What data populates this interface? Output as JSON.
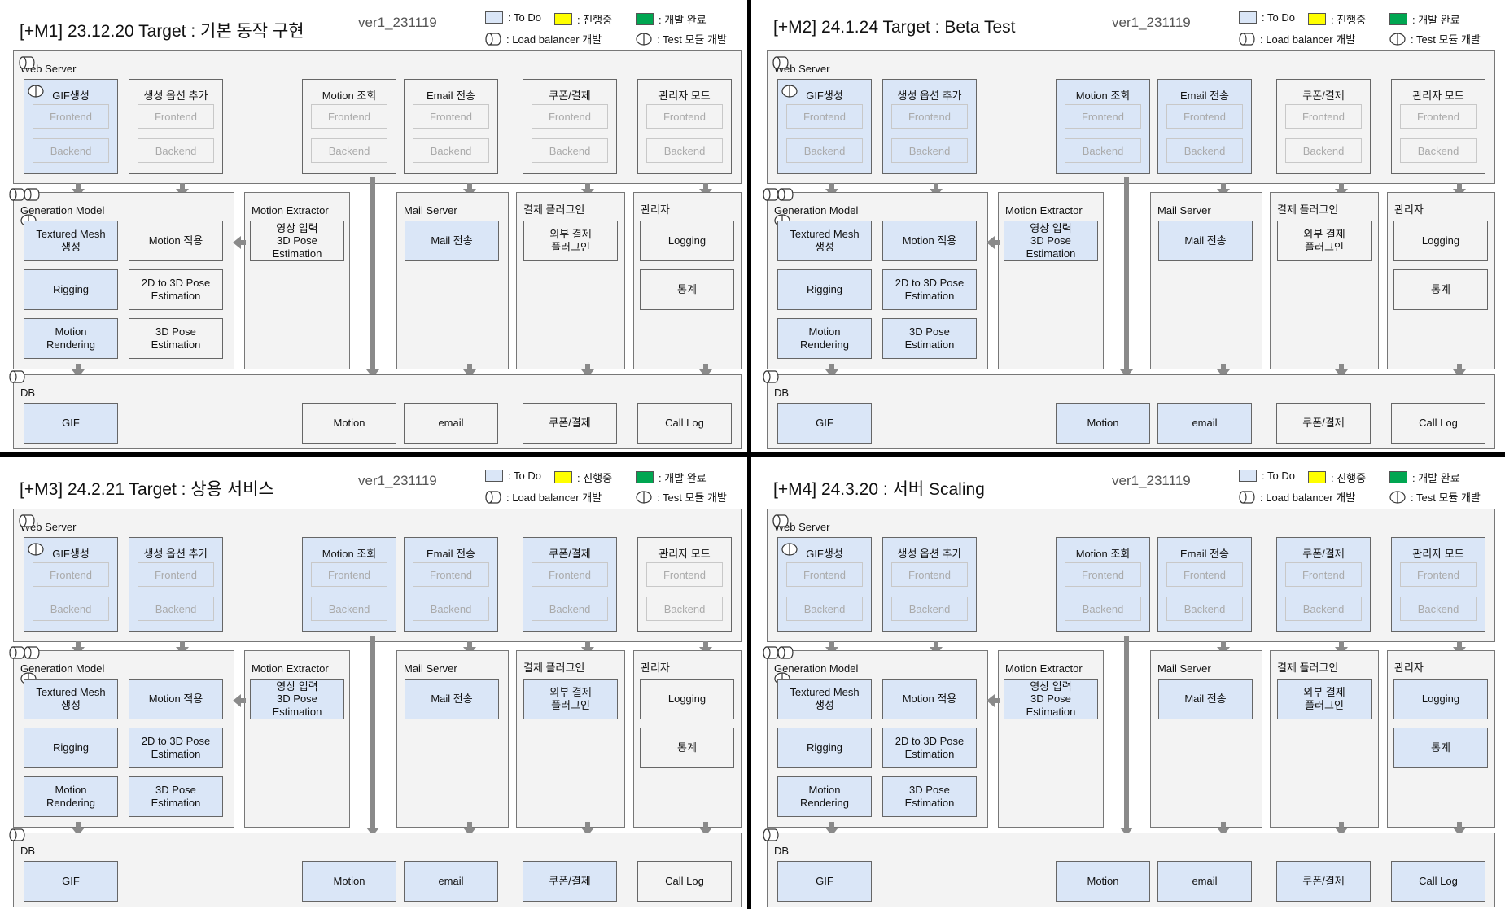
{
  "legend": {
    "todo": ": To Do",
    "inprogress": ": 진행중",
    "done": ": 개발 완료",
    "loadbalancer": ": Load balancer 개발",
    "testmodule": ": Test 모듈 개발"
  },
  "colors": {
    "todo": "#dae6f7",
    "inprogress": "#ffff00",
    "done": "#00a651",
    "box_default": "#f3f3f3",
    "arrow": "#8a8a8a"
  },
  "labels": {
    "web_server": "Web Server",
    "generation_model": "Generation Model",
    "motion_extractor": "Motion Extractor",
    "mail_server": "Mail Server",
    "payment_plugin": "결제 플러그인",
    "admin": "관리자",
    "db": "DB",
    "frontend": "Frontend",
    "backend": "Backend"
  },
  "web_boxes": [
    "GIF생성",
    "생성 옵션 추가",
    "Motion 조회",
    "Email 전송",
    "쿠폰/결제",
    "관리자 모드"
  ],
  "gen_cells": [
    "Textured Mesh\n생성",
    "Motion 적용",
    "Rigging",
    "2D to 3D Pose\nEstimation",
    "Motion\nRendering",
    "3D Pose\nEstimation"
  ],
  "extractor_cell": "영상 입력\n3D Pose\nEstimation",
  "mail_cell": "Mail 전송",
  "plugin_cell": "외부 결제\n플러그인",
  "admin_cells": [
    "Logging",
    "통계"
  ],
  "db_cells": [
    "GIF",
    "Motion",
    "email",
    "쿠폰/결제",
    "Call Log"
  ],
  "panels": [
    {
      "title": "[+M1] 23.12.20 Target : 기본 동작 구현",
      "version": "ver1_231119",
      "web_todo": [
        true,
        false,
        false,
        false,
        false,
        false
      ],
      "gen_todo": [
        true,
        false,
        true,
        false,
        true,
        false
      ],
      "extractor_todo": false,
      "mail_todo": true,
      "plugin_todo": false,
      "admin_todo": [
        false,
        false
      ],
      "db_todo": [
        true,
        false,
        false,
        false,
        false
      ]
    },
    {
      "title": "[+M2] 24.1.24 Target : Beta Test",
      "version": "ver1_231119",
      "web_todo": [
        true,
        true,
        true,
        true,
        false,
        false
      ],
      "gen_todo": [
        true,
        true,
        true,
        true,
        true,
        true
      ],
      "extractor_todo": true,
      "mail_todo": true,
      "plugin_todo": false,
      "admin_todo": [
        false,
        false
      ],
      "db_todo": [
        true,
        true,
        true,
        false,
        false
      ]
    },
    {
      "title": "[+M3] 24.2.21 Target : 상용 서비스",
      "version": "ver1_231119",
      "web_todo": [
        true,
        true,
        true,
        true,
        true,
        false
      ],
      "gen_todo": [
        true,
        true,
        true,
        true,
        true,
        true
      ],
      "extractor_todo": true,
      "mail_todo": true,
      "plugin_todo": true,
      "admin_todo": [
        false,
        false
      ],
      "db_todo": [
        true,
        true,
        true,
        true,
        false
      ]
    },
    {
      "title": "[+M4] 24.3.20 : 서버 Scaling",
      "version": "ver1_231119",
      "web_todo": [
        true,
        true,
        true,
        true,
        true,
        true
      ],
      "gen_todo": [
        true,
        true,
        true,
        true,
        true,
        true
      ],
      "extractor_todo": true,
      "mail_todo": true,
      "plugin_todo": true,
      "admin_todo": [
        true,
        true
      ],
      "db_todo": [
        true,
        true,
        true,
        true,
        true
      ]
    }
  ]
}
